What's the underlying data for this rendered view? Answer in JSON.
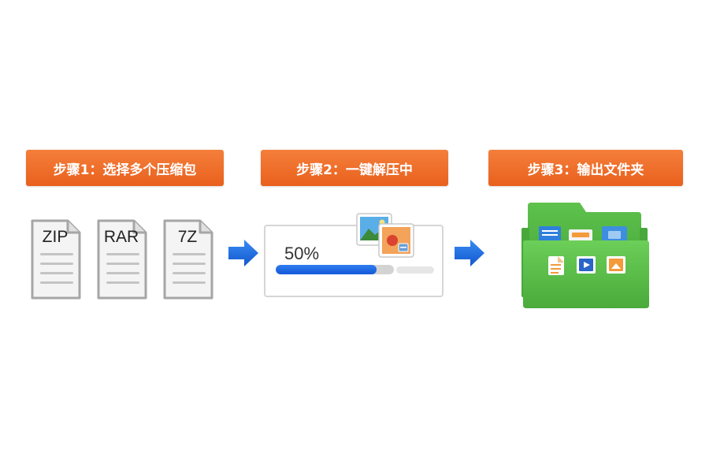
{
  "steps": [
    {
      "label": "步骤1：选择多个压缩包"
    },
    {
      "label": "步骤2：一键解压中"
    },
    {
      "label": "步骤3：输出文件夹"
    }
  ],
  "archives": [
    {
      "label": "ZIP"
    },
    {
      "label": "RAR"
    },
    {
      "label": "7Z"
    }
  ],
  "progress": {
    "label": "50%",
    "value": 0.5
  },
  "colors": {
    "banner": "#ec6a26",
    "progress": "#1f6be6",
    "folder": "#4caf3e",
    "arrow": "#1e6fe0"
  },
  "icons": {
    "archive": "document-icon",
    "arrow": "arrow-right-icon",
    "image": "image-icon",
    "folder": "folder-icon"
  }
}
